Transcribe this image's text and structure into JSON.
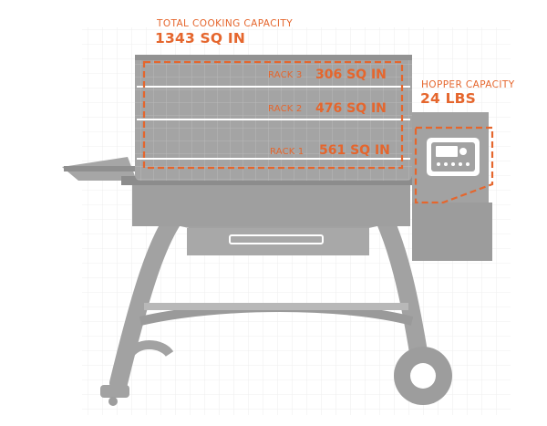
{
  "total": {
    "label": "TOTAL COOKING CAPACITY",
    "value": "1343 SQ IN"
  },
  "hopper": {
    "label": "HOPPER CAPACITY",
    "value": "24 LBS"
  },
  "racks": [
    {
      "name": "RACK 3",
      "value": "306 SQ IN"
    },
    {
      "name": "RACK 2",
      "value": "476 SQ IN"
    },
    {
      "name": "RACK 1",
      "value": "561 SQ IN"
    }
  ],
  "colors": {
    "accent": "#e5662d",
    "grill_body": "#a2a2a2",
    "grill_dark": "#8a8a8a",
    "grid": "#dcdcdc"
  }
}
